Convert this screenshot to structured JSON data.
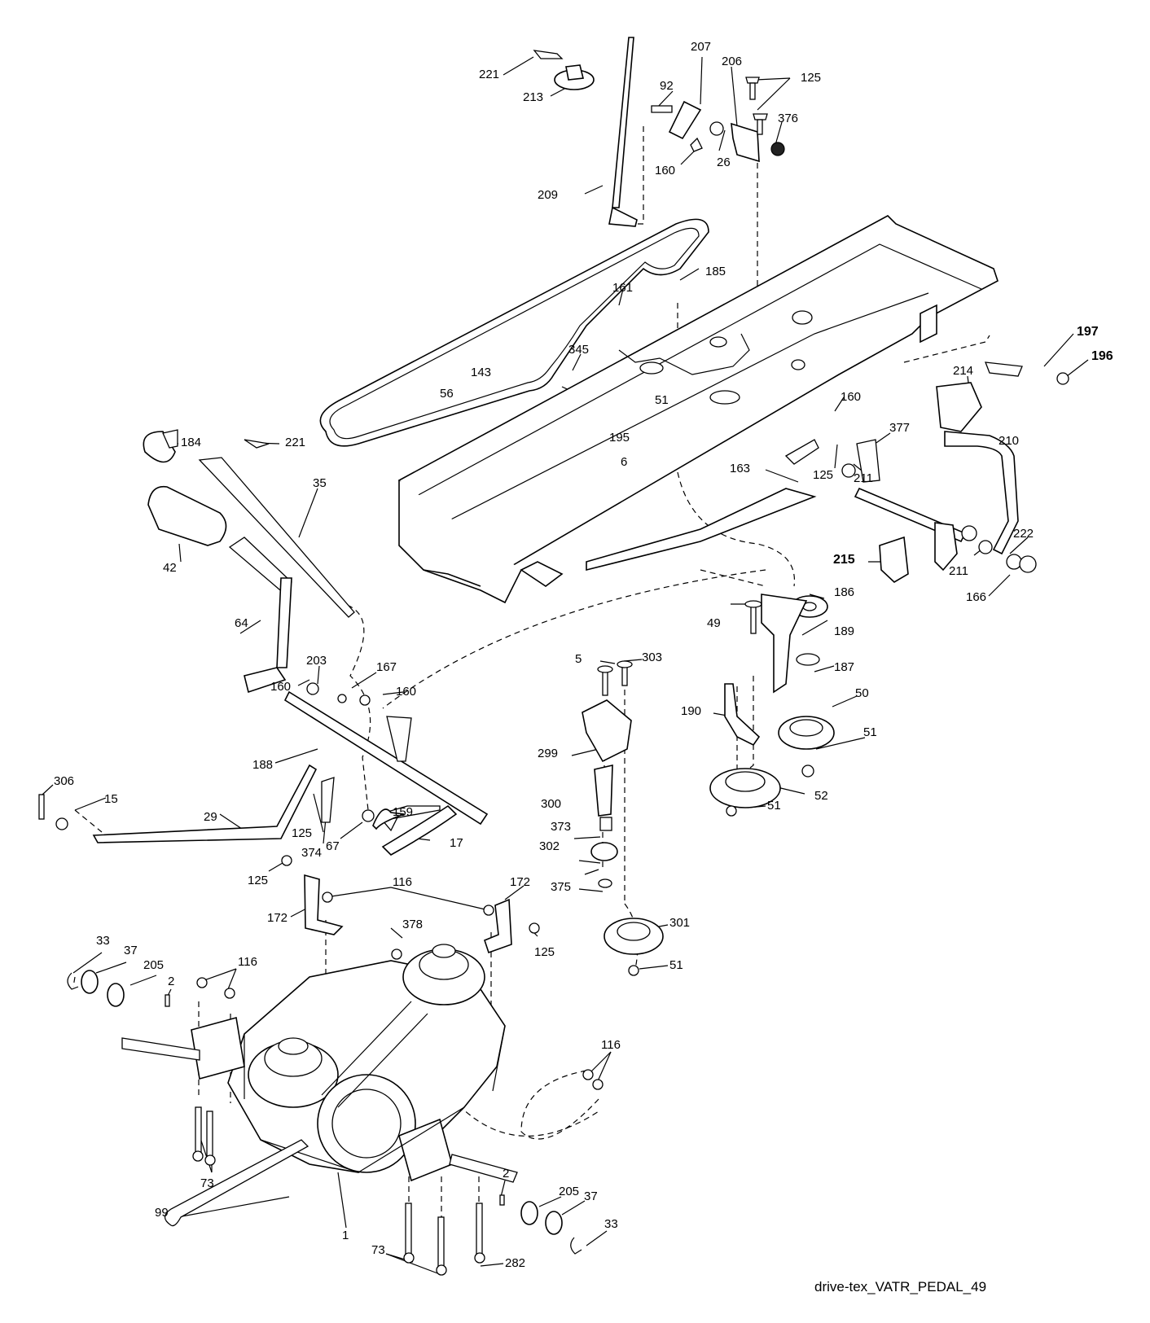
{
  "caption": "drive-tex_VATR_PEDAL_49",
  "callouts": [
    "221",
    "213",
    "207",
    "92",
    "206",
    "125",
    "376",
    "160",
    "26",
    "209",
    "185",
    "161",
    "345",
    "143",
    "56",
    "51",
    "195",
    "6",
    "160",
    "197",
    "196",
    "214",
    "377",
    "210",
    "163",
    "125",
    "211",
    "184",
    "221",
    "35",
    "42",
    "64",
    "203",
    "167",
    "160",
    "160",
    "211",
    "222",
    "215",
    "166",
    "186",
    "49",
    "189",
    "303",
    "5",
    "187",
    "50",
    "190",
    "299",
    "51",
    "52",
    "51",
    "188",
    "306",
    "15",
    "29",
    "125",
    "374",
    "67",
    "159",
    "17",
    "300",
    "373",
    "302",
    "375",
    "125",
    "116",
    "172",
    "172",
    "125",
    "301",
    "51",
    "33",
    "37",
    "205",
    "2",
    "116",
    "378",
    "116",
    "99",
    "73",
    "1",
    "2",
    "205",
    "37",
    "33",
    "73",
    "282"
  ]
}
